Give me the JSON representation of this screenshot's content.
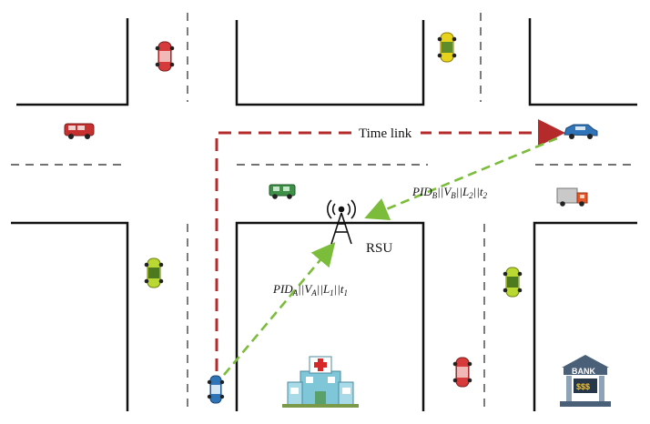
{
  "labels": {
    "time_link": "Time link",
    "rsu": "RSU",
    "bank": "BANK",
    "bank_money": "$$$"
  },
  "messages": {
    "a": {
      "pid": "PID",
      "pid_sub": "A",
      "v": "V",
      "v_sub": "A",
      "l": "L",
      "l_sub": "1",
      "t": "t",
      "t_sub": "1",
      "sep": "||"
    },
    "b": {
      "pid": "PID",
      "pid_sub": "B",
      "v": "V",
      "v_sub": "B",
      "l": "L",
      "l_sub": "2",
      "t": "t",
      "t_sub": "2",
      "sep": "||"
    }
  },
  "colors": {
    "road_edge": "#111111",
    "lane_dash": "#444444",
    "time_link": "#b52a2a",
    "message_link": "#7bbd3a"
  },
  "icons": [
    "car-icon",
    "van-icon",
    "truck-icon",
    "rsu-tower-icon",
    "hospital-icon",
    "bank-icon"
  ]
}
